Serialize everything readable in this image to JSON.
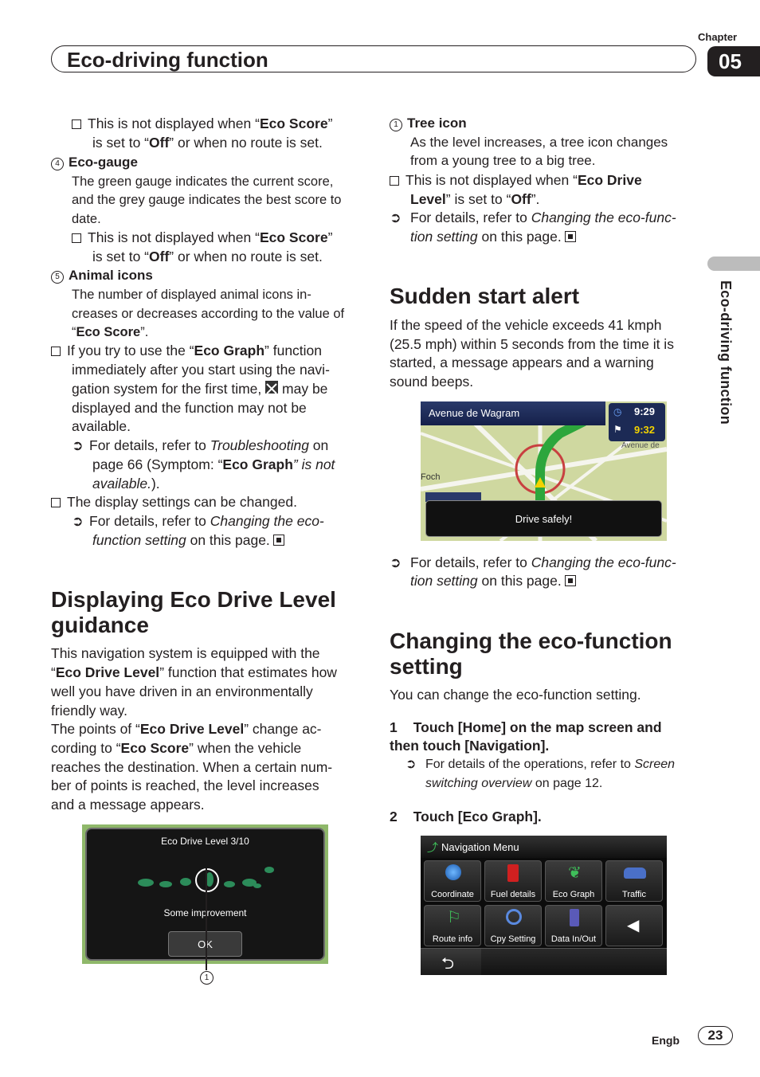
{
  "header": {
    "section_title": "Eco-driving function",
    "chapter_label": "Chapter",
    "chapter_number": "05",
    "side_tab_label": "Eco-driving function"
  },
  "left_col": {
    "note1": {
      "pre": "This is not displayed when “",
      "bold": "Eco Score",
      "post": "”",
      "line2_pre": "is set to “",
      "line2_bold": "Off",
      "line2_post": "” or when no route is set."
    },
    "item4": {
      "num": "4",
      "title": "Eco-gauge",
      "lines": [
        "The green gauge indicates the current score,",
        "and the grey gauge indicates the best score to",
        "date."
      ]
    },
    "note2": {
      "pre": "This is not displayed when “",
      "bold": "Eco Score",
      "post": "”",
      "line2_pre": "is set to “",
      "line2_bold": "Off",
      "line2_post": "” or when no route is set."
    },
    "item5": {
      "num": "5",
      "title": "Animal icons",
      "lines": [
        "The number of displayed animal icons in-",
        "creases or decreases according to the value of"
      ],
      "line3_pre": "“",
      "line3_bold": "Eco Score",
      "line3_post": "”."
    },
    "note3": {
      "l1_pre": "If you try to use the “",
      "l1_bold": "Eco Graph",
      "l1_post": "” function",
      "l2": "immediately after you start using the navi-",
      "l3_pre": "gation system for the first time,",
      "l3_post": "may be",
      "l4": "displayed and the function may not be",
      "l5": "available."
    },
    "ref1": {
      "l1_pre": "For details, refer to ",
      "l1_it": "Troubleshooting",
      "l1_post": " on",
      "l2_pre": "page 66 (Symptom: “",
      "l2_bold": "Eco Graph",
      "l2_it": "” is not",
      "l3_it": "available.",
      "l3_post": ")."
    },
    "note4": "The display settings can be changed.",
    "ref2": {
      "l1_pre": "For details, refer to ",
      "l1_it": "Changing the eco-",
      "l2_it": "function setting",
      "l2_post": " on this page."
    },
    "section1": {
      "title_l1": "Displaying Eco Drive Level",
      "title_l2": "guidance",
      "p1_l1": "This navigation system is equipped with the",
      "p1_l2_pre": "“",
      "p1_l2_bold": "Eco Drive Level",
      "p1_l2_post": "” function that estimates how",
      "p1_l3": "well you have driven in an environmentally",
      "p1_l4": "friendly way.",
      "p2_l1_pre": "The points of “",
      "p2_l1_bold": "Eco Drive Level",
      "p2_l1_post": "” change ac-",
      "p2_l2_pre": "cording to “",
      "p2_l2_bold": "Eco Score",
      "p2_l2_post": "” when the vehicle",
      "p2_l3": "reaches the destination. When a certain num-",
      "p2_l4": "ber of points is reached, the level increases",
      "p2_l5": "and a message appears."
    },
    "eco_screen": {
      "title": "Eco Drive Level 3/10",
      "message": "Some improvement",
      "ok": "OK",
      "callout": "1"
    }
  },
  "right_col": {
    "item1": {
      "num": "1",
      "title": "Tree icon",
      "lines": [
        "As the level increases, a tree icon changes",
        "from a young tree to a big tree."
      ]
    },
    "note1": {
      "pre": "This is not displayed when “",
      "bold": "Eco Drive",
      "line2_bold": "Level",
      "line2_mid": "” is set to “",
      "line2_bold2": "Off",
      "line2_post": "”."
    },
    "ref1": {
      "l1_pre": "For details, refer to ",
      "l1_it": "Changing the eco-func-",
      "l2_it": "tion setting",
      "l2_post": " on this page."
    },
    "section2": {
      "title": "Sudden start alert",
      "lines": [
        "If the speed of the vehicle exceeds 41 kmph",
        "(25.5 mph) within 5 seconds from the time it is",
        "started, a message appears and a warning",
        "sound beeps."
      ]
    },
    "map_screen": {
      "street": "Avenue de Wagram",
      "time1": "9:29",
      "time2": "9:32",
      "road_label": "Avenue de",
      "foch_label": "Foch",
      "alert": "Drive safely!"
    },
    "ref2": {
      "l1_pre": "For details, refer to ",
      "l1_it": "Changing the eco-func-",
      "l2_it": "tion setting",
      "l2_post": " on this page."
    },
    "section3": {
      "title_l1": "Changing the eco-function",
      "title_l2": "setting",
      "intro": "You can change the eco-function setting.",
      "step1_num": "1",
      "step1_l1": "Touch [Home] on the map screen and",
      "step1_l2": "then touch [Navigation].",
      "step1_ref_pre": "For details of the operations, refer to ",
      "step1_ref_it": "Screen",
      "step1_ref_l2_it": "switching overview",
      "step1_ref_l2_post": " on page 12.",
      "step2_num": "2",
      "step2": "Touch [Eco Graph]."
    },
    "nav_menu": {
      "title": "Navigation Menu",
      "items": [
        "Coordinate",
        "Fuel details",
        "Eco Graph",
        "Traffic",
        "Route info",
        "Cpy Setting",
        "Data In/Out"
      ]
    }
  },
  "footer": {
    "lang": "Engb",
    "page": "23"
  }
}
